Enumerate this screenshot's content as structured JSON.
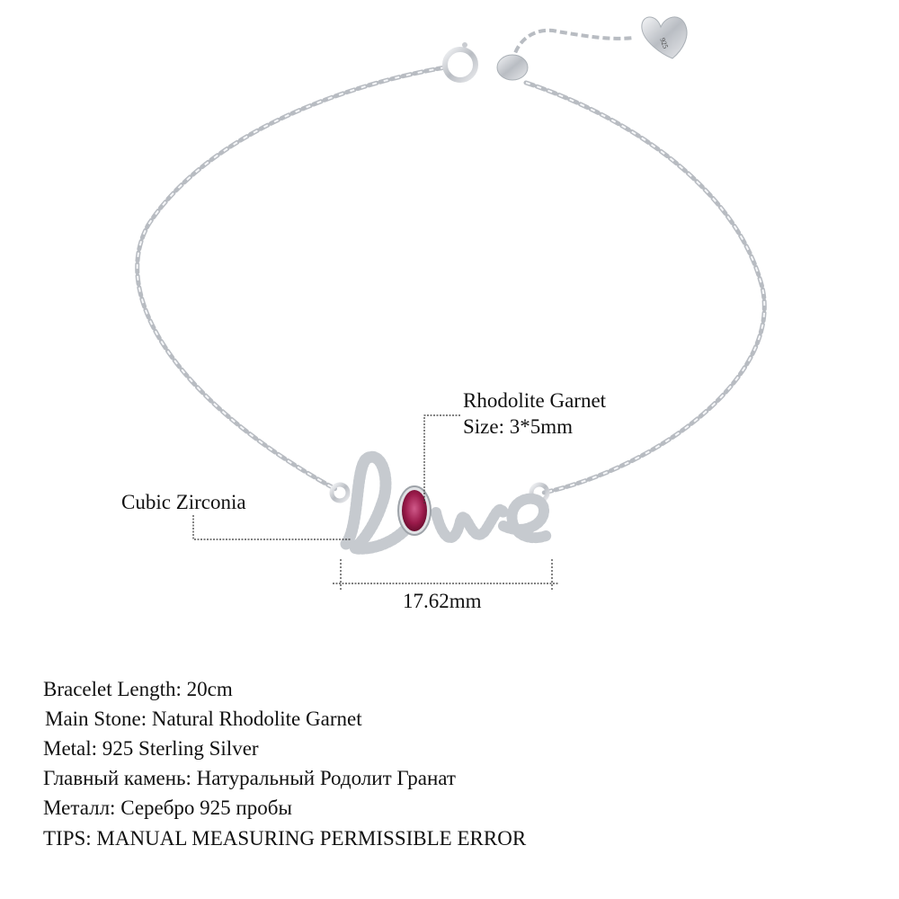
{
  "product": {
    "stamp": "925",
    "pendant_word": "love",
    "colors": {
      "silver": "#c9ccd1",
      "garnet": "#9a1a4a",
      "text": "#111111"
    }
  },
  "annotations": {
    "garnet_name": "Rhodolite Garnet",
    "garnet_size": "Size: 3*5mm",
    "side_stone": "Cubic Zirconia",
    "width": "17.62mm"
  },
  "specs": [
    "Bracelet Length: 20cm",
    "Main Stone: Natural Rhodolite Garnet",
    "Metal: 925 Sterling Silver",
    "Главный камень: Натуральный Родолит Гранат",
    "Металл: Серебро 925 пробы",
    "TIPS: MANUAL MEASURING PERMISSIBLE ERROR"
  ]
}
